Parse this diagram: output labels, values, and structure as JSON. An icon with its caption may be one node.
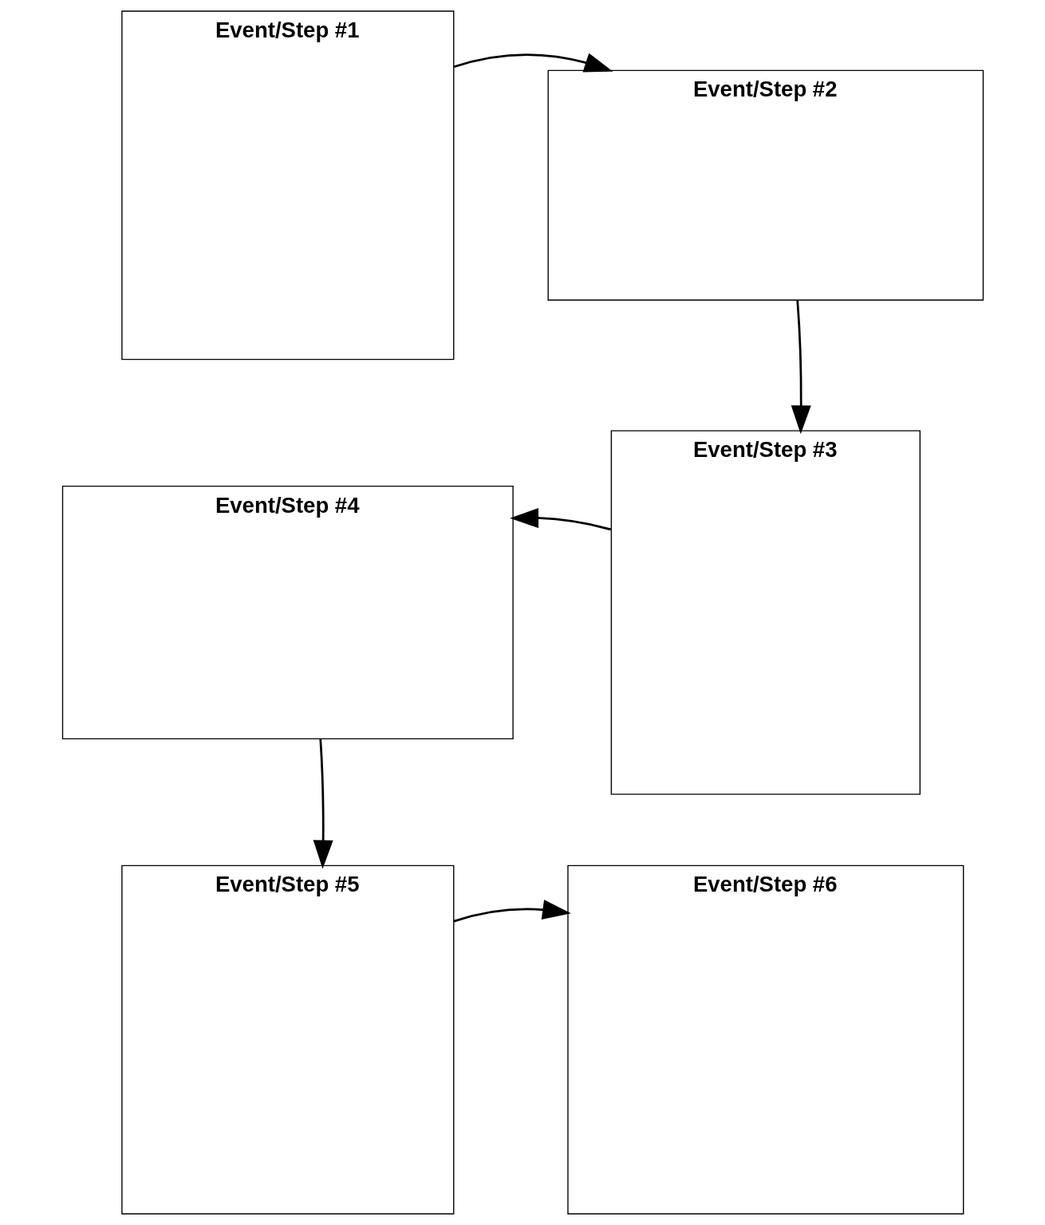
{
  "diagram": {
    "nodes": [
      {
        "text": [
          "Event/Step #1"
        ]
      },
      {
        "text": [
          "Event/Step #2"
        ]
      },
      {
        "text": [
          "Event/Step #3"
        ]
      },
      {
        "text": [
          "Event/Step #4"
        ]
      },
      {
        "text": [
          "Event/Step #5"
        ]
      },
      {
        "text": [
          "Event/Step #6"
        ]
      }
    ],
    "edges": [
      {
        "from": 0,
        "to": 1,
        "arrow": "to"
      },
      {
        "from": 1,
        "to": 2,
        "arrow": "to"
      },
      {
        "from": 2,
        "to": 3,
        "arrow": "to"
      },
      {
        "from": 3,
        "to": 4,
        "arrow": "to"
      },
      {
        "from": 4,
        "to": 5,
        "arrow": "to"
      }
    ]
  }
}
